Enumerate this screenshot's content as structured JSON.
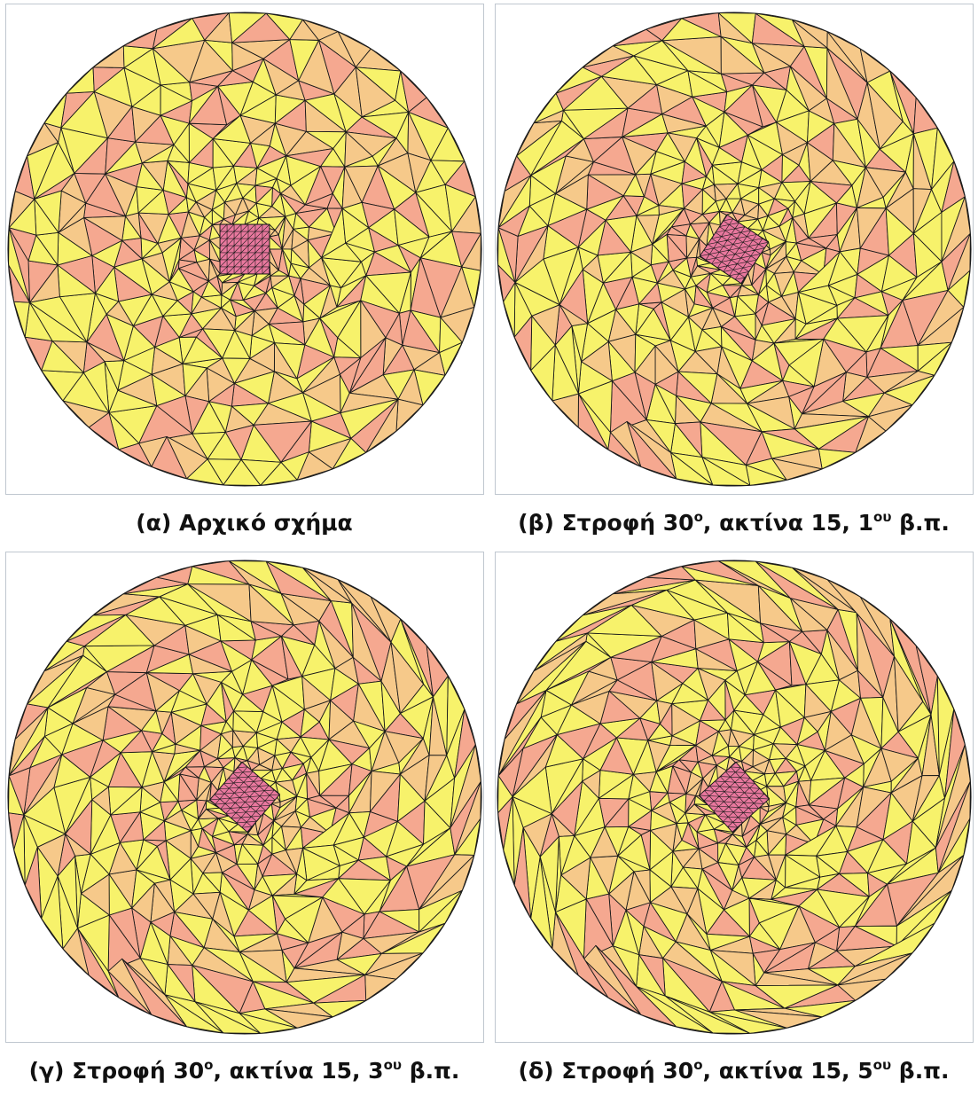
{
  "colors": {
    "yellow": "#f7f26b",
    "salmon": "#f5a890",
    "peach": "#f6c98a",
    "pink": "#e9789e",
    "edge": "#1a1a1a",
    "frame": "#bfc7cf"
  },
  "panels": [
    {
      "prefix": "(α) Αρχικό σχήμα",
      "sup": "",
      "suffix": "",
      "rotation_deg": 0,
      "twist_steps": 0
    },
    {
      "prefix": "(β) Στροφή 30",
      "sup": "ο",
      "suffix": ", ακτίνα 15,  1",
      "sup2": "ου",
      "suffix2": " β.π.",
      "rotation_deg": 30,
      "twist_steps": 1
    },
    {
      "prefix": "(γ) Στροφή 30",
      "sup": "ο",
      "suffix": ", ακτίνα 15,  3",
      "sup2": "ου",
      "suffix2": " β.π.",
      "rotation_deg": 30,
      "twist_steps": 3
    },
    {
      "prefix": "(δ) Στροφή 30",
      "sup": "ο",
      "suffix": ", ακτίνα 15,  5",
      "sup2": "ου",
      "suffix2": " β.π.",
      "rotation_deg": 30,
      "twist_steps": 5
    }
  ]
}
